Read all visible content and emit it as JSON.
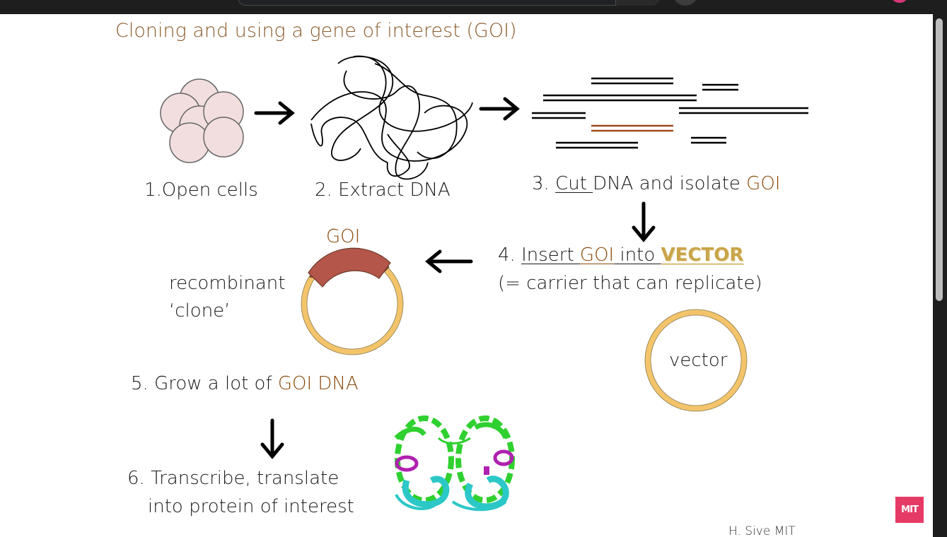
{
  "slide": {
    "title": "Cloning and using a gene of interest (GOI)",
    "steps": {
      "open_cells": "1.Open cells",
      "extract_dna": "2. Extract DNA",
      "cut_prefix": "3. ",
      "cut_word": "Cut ",
      "cut_rest": " DNA and isolate ",
      "cut_goi": "GOI",
      "insert_prefix": "4. ",
      "insert_word": "Insert ",
      "insert_goi": "GOI",
      "insert_into": " into ",
      "insert_vector": "VECTOR",
      "insert_note": "(= carrier that can replicate)",
      "grow_prefix": "5. Grow a lot of ",
      "grow_goi": "GOI DNA",
      "transcribe_line1": "6. Transcribe, translate",
      "transcribe_line2": "into protein of interest"
    },
    "labels": {
      "goi": "GOI",
      "recombinant_line1": "recombinant",
      "recombinant_line2": "‘clone’",
      "vector": "vector"
    },
    "credit": "H. Sive MIT",
    "logo_text": "MIT"
  },
  "colors": {
    "title": "#8a5a2b",
    "goi_text": "#8b4a0d",
    "vector_text": "#c9a54a",
    "plasmid_ring": "#f3c46a",
    "goi_segment": "#b5564a",
    "cell_fill": "#f2dede",
    "goi_dna_line": "#9a4a1a",
    "logo_bg": "#e63a66"
  }
}
